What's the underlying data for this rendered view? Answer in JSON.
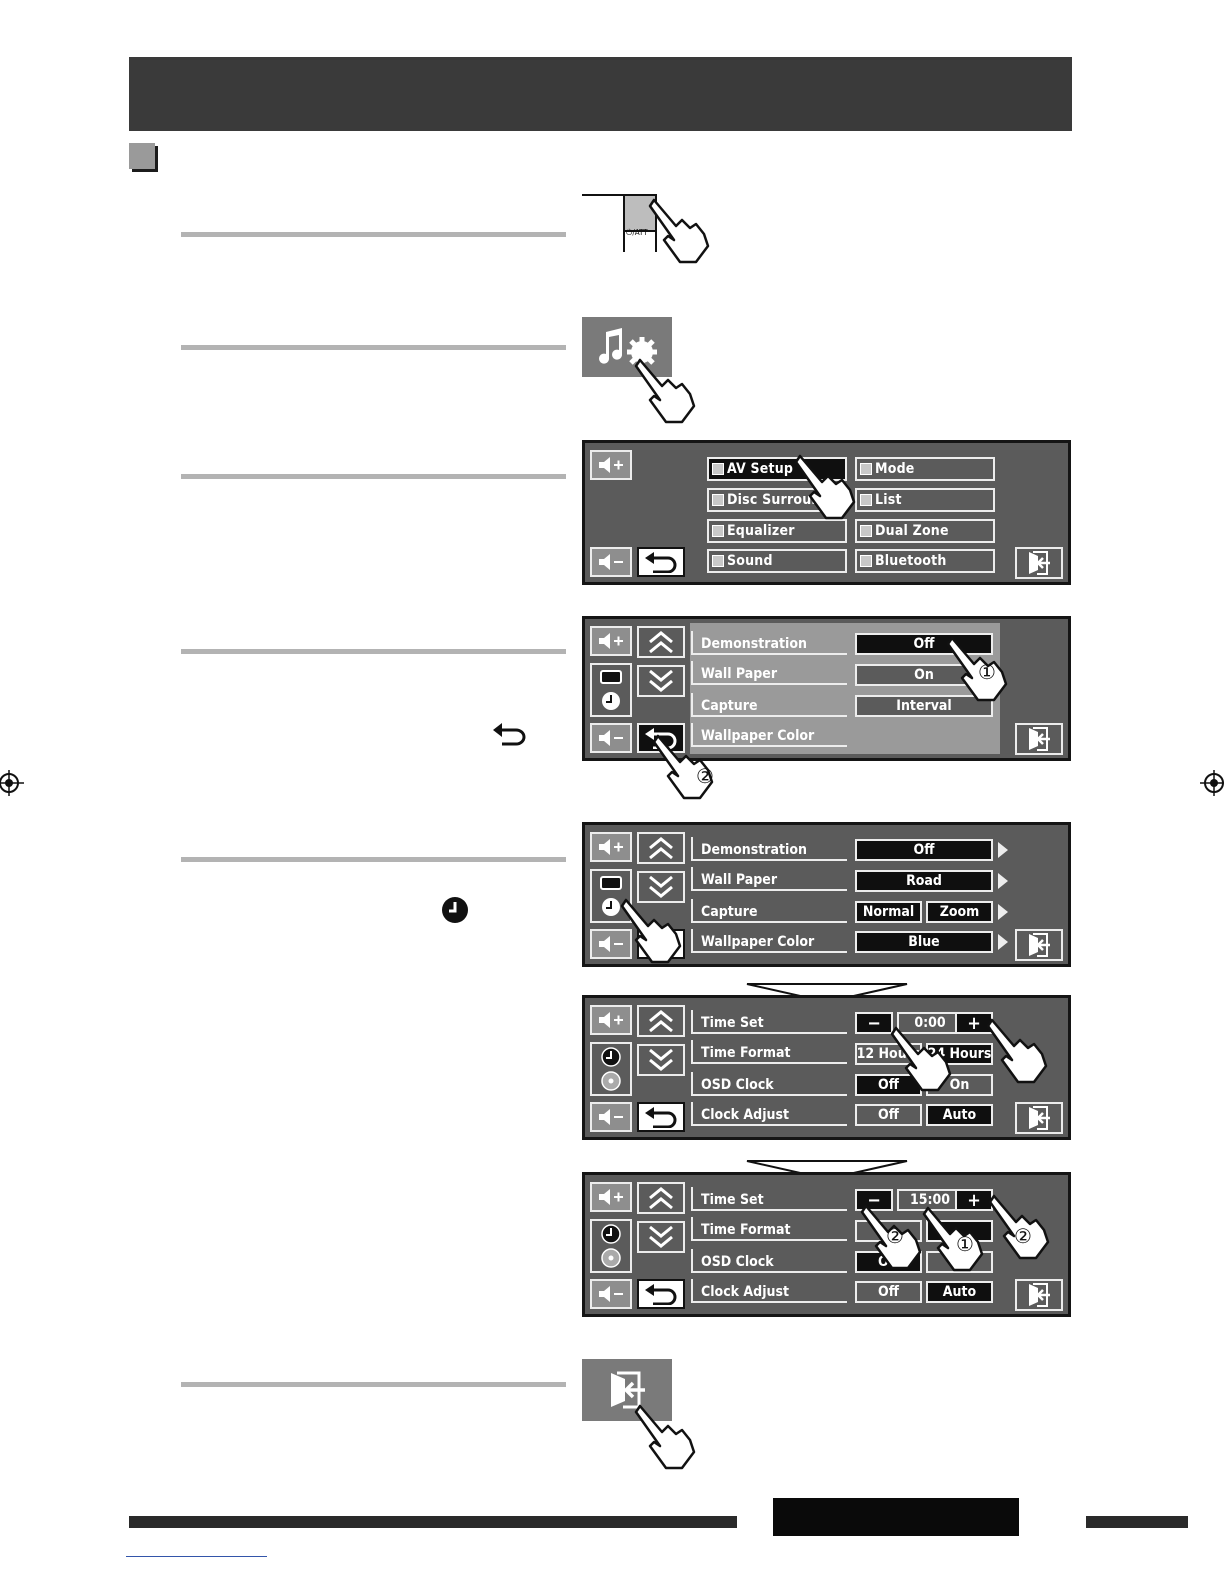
{
  "button_labels": {
    "power_att": "⏻/ATT"
  },
  "av_menu": {
    "left": [
      "AV Setup",
      "Disc Surround",
      "Equalizer",
      "Sound"
    ],
    "right": [
      "Mode",
      "List",
      "Dual Zone",
      "Bluetooth"
    ]
  },
  "panel_demo": {
    "rows": [
      "Demonstration",
      "Wall Paper",
      "Capture",
      "Wallpaper Color"
    ],
    "options": [
      "Off",
      "On",
      "Interval"
    ],
    "callouts": [
      "①",
      "②"
    ]
  },
  "panel_settings": {
    "rows": [
      "Demonstration",
      "Wall Paper",
      "Capture",
      "Wallpaper Color"
    ],
    "values": {
      "demonstration": "Off",
      "wall_paper": "Road",
      "capture_a": "Normal",
      "capture_b": "Zoom",
      "wallpaper_color": "Blue"
    }
  },
  "panel_clock_a": {
    "rows": [
      "Time Set",
      "Time Format",
      "OSD Clock",
      "Clock Adjust"
    ],
    "time": "0:00",
    "minus": "−",
    "plus": "+",
    "format_a": "12 Hours",
    "format_b": "24 Hours",
    "osd_off": "Off",
    "osd_on": "On",
    "adj_off": "Off",
    "adj_auto": "Auto"
  },
  "panel_clock_b": {
    "rows": [
      "Time Set",
      "Time Format",
      "OSD Clock",
      "Clock Adjust"
    ],
    "time": "15:00",
    "minus": "−",
    "plus": "+",
    "osd_off": "Off",
    "adj_off": "Off",
    "adj_auto": "Auto",
    "callouts": [
      "②",
      "①",
      "②"
    ]
  },
  "colors": {
    "header": "#3a3a3a",
    "panel": "#5b5b5b",
    "selected": "#0f0f0f",
    "button": "#8e8e8e"
  }
}
